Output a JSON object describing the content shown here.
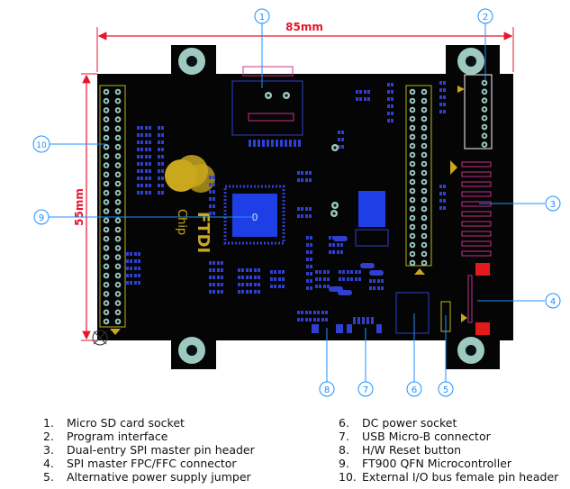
{
  "dimensions": {
    "width_label": "85mm",
    "height_label": "55mm"
  },
  "chip": {
    "logo_text": "FTDI",
    "logo_subtext": "Chip",
    "mcu_mark": "0"
  },
  "callouts": [
    "1",
    "2",
    "3",
    "4",
    "5",
    "6",
    "7",
    "8",
    "9",
    "10"
  ],
  "legend_left": [
    {
      "num": "1.",
      "text": "Micro SD card socket"
    },
    {
      "num": "2.",
      "text": "Program interface"
    },
    {
      "num": "3.",
      "text": "Dual-entry SPI master pin header"
    },
    {
      "num": "4.",
      "text": "SPI master FPC/FFC connector"
    },
    {
      "num": "5.",
      "text": "Alternative power supply jumper"
    }
  ],
  "legend_right": [
    {
      "num": "6.",
      "text": "DC power socket"
    },
    {
      "num": "7.",
      "text": "USB Micro-B connector"
    },
    {
      "num": "8.",
      "text": "H/W Reset button"
    },
    {
      "num": "9.",
      "text": "FT900 QFN Microcontroller"
    },
    {
      "num": "10.",
      "text": "External I/O bus female pin header"
    }
  ],
  "colors": {
    "board": "#050505",
    "pad": "#2f3fd0",
    "callout": "#1e90ff",
    "dimension": "#e8142b",
    "logo": "#c9a81e",
    "connector": "#c9308a",
    "red_pad": "#e21a1a",
    "mount_hole": "#9dc9c1"
  }
}
